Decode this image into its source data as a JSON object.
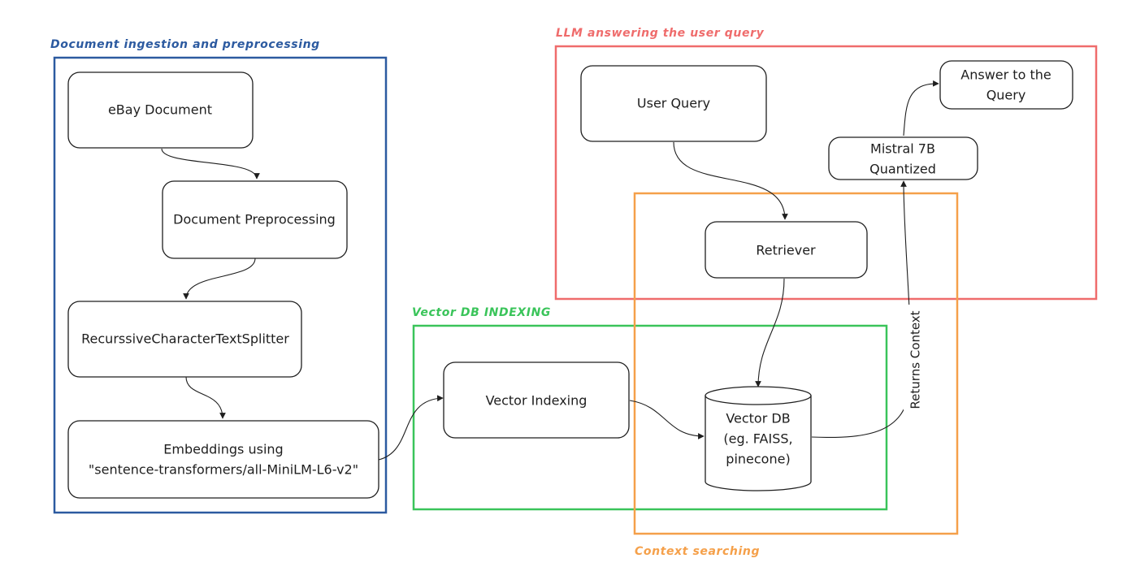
{
  "groups": {
    "ingestion": {
      "title": "Document ingestion and preprocessing",
      "color": "#2c5aa0"
    },
    "llm": {
      "title": "LLM answering the user query",
      "color": "#ef6c6c"
    },
    "indexing": {
      "title": "Vector DB INDEXING",
      "color": "#3ac45a"
    },
    "context": {
      "title": "Context searching",
      "color": "#f5a04a"
    }
  },
  "nodes": {
    "ebay_document": "eBay Document",
    "document_preprocessing": "Document Preprocessing",
    "text_splitter": "RecurssiveCharacterTextSplitter",
    "embeddings_line1": "Embeddings using",
    "embeddings_line2": "\"sentence-transformers/all-MiniLM-L6-v2\"",
    "vector_indexing": "Vector Indexing",
    "vector_db_line1": "Vector DB",
    "vector_db_line2": "(eg. FAISS,",
    "vector_db_line3": "pinecone)",
    "user_query": "User Query",
    "retriever": "Retriever",
    "mistral_line1": "Mistral 7B",
    "mistral_line2": "Quantized",
    "answer_line1": "Answer to the",
    "answer_line2": "Query"
  },
  "edges": {
    "returns_context_label": "Returns Context"
  }
}
